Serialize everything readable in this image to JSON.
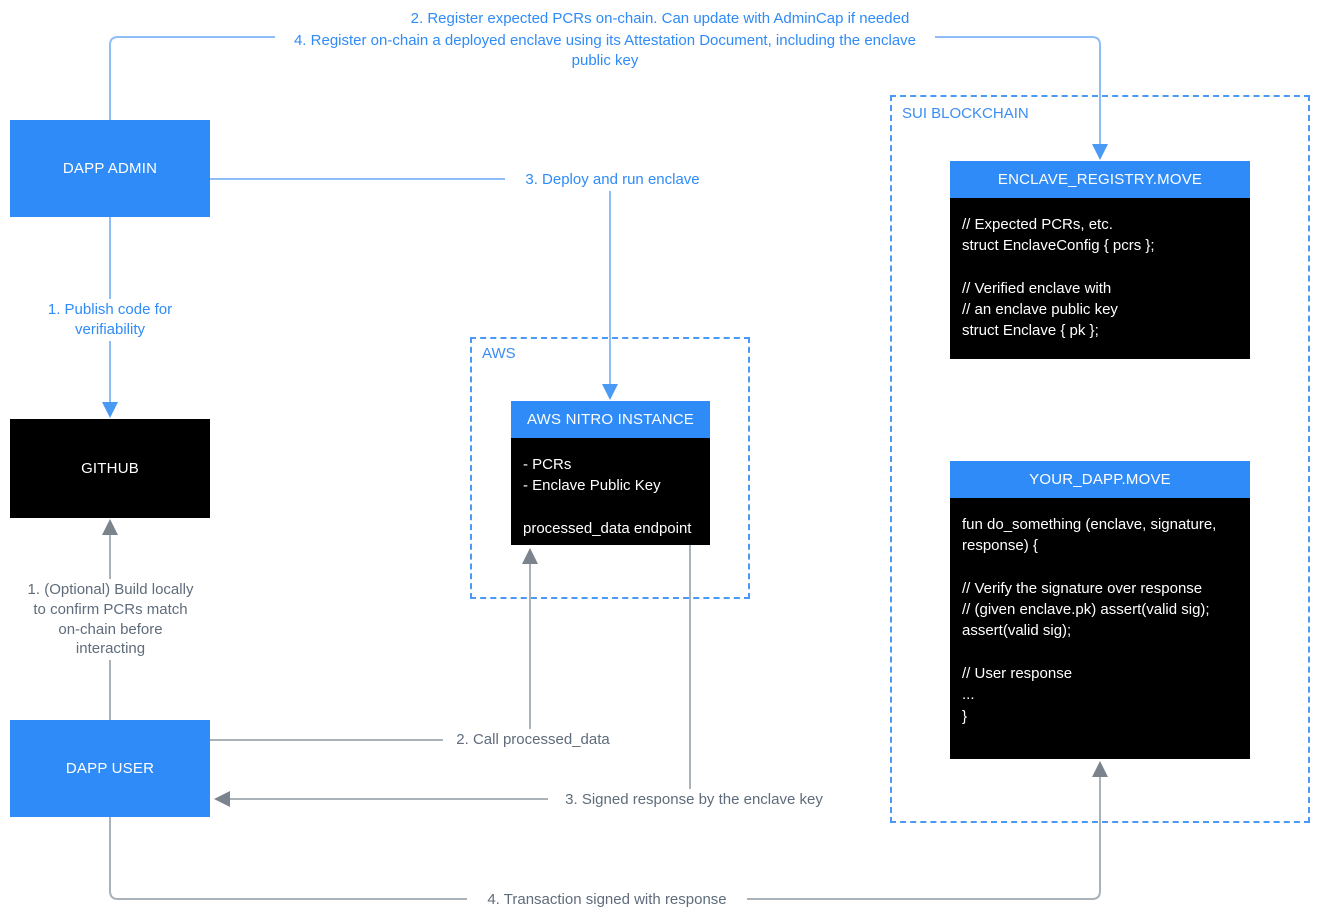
{
  "colors": {
    "accent_blue": "#2f8bf7",
    "edge_blue": "#77b4f8",
    "edge_gray": "#9aa4ae",
    "label_blue": "#2f8bf7",
    "label_gray": "#5f6c7b",
    "black": "#000000",
    "background": "#ffffff"
  },
  "groups": {
    "aws": {
      "label": "AWS"
    },
    "sui": {
      "label": "SUI BLOCKCHAIN"
    }
  },
  "nodes": {
    "dapp_admin": {
      "label": "DAPP ADMIN"
    },
    "github": {
      "label": "GITHUB"
    },
    "dapp_user": {
      "label": "DAPP USER"
    },
    "aws_nitro": {
      "title": "AWS NITRO INSTANCE",
      "body": "- PCRs\n- Enclave Public Key\n\nprocessed_data endpoint"
    },
    "enclave_registry": {
      "title": "ENCLAVE_REGISTRY.MOVE",
      "body": "// Expected PCRs, etc.\nstruct EnclaveConfig { pcrs };\n\n// Verified enclave with\n// an enclave public key\nstruct Enclave { pk };"
    },
    "your_dapp": {
      "title": "YOUR_DAPP.MOVE",
      "body": "fun do_something (enclave, signature, response) {\n\n// Verify the signature over response\n// (given enclave.pk) assert(valid sig);\nassert(valid sig);\n\n// User response\n...\n}"
    }
  },
  "edge_labels": {
    "register_pcrs": "2. Register expected PCRs on-chain. Can update with AdminCap if needed",
    "register_enclave": "4. Register on-chain a deployed enclave using its Attestation Document, including the enclave public key",
    "publish_code": "1. Publish code for verifiability",
    "deploy_enclave": "3. Deploy and run enclave",
    "build_locally": "1. (Optional) Build locally to confirm PCRs match on-chain before interacting",
    "call_processed_data": "2. Call processed_data",
    "signed_response": "3. Signed response by the enclave key",
    "transaction_signed": "4. Transaction signed with response"
  }
}
